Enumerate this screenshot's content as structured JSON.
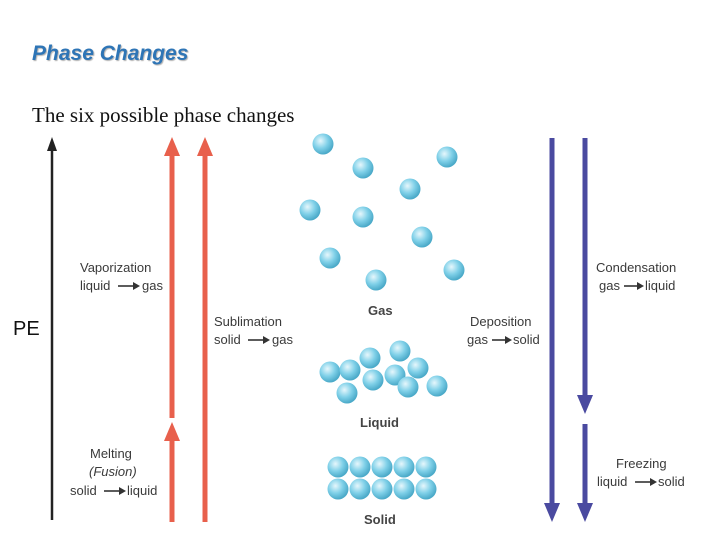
{
  "title": "Phase Changes",
  "subtitle": "The six possible phase changes",
  "axis_label": "PE",
  "states": {
    "gas": "Gas",
    "liquid": "Liquid",
    "solid": "Solid"
  },
  "transitions": {
    "vaporization": {
      "name": "Vaporization",
      "from": "liquid",
      "to": "gas"
    },
    "sublimation": {
      "name": "Sublimation",
      "from": "solid",
      "to": "gas"
    },
    "melting": {
      "name": "Melting",
      "alt": "(Fusion)",
      "from": "solid",
      "to": "liquid"
    },
    "condensation": {
      "name": "Condensation",
      "from": "gas",
      "to": "liquid"
    },
    "deposition": {
      "name": "Deposition",
      "from": "gas",
      "to": "solid"
    },
    "freezing": {
      "name": "Freezing",
      "from": "liquid",
      "to": "solid"
    }
  },
  "colors": {
    "title": "#2e75b6",
    "up_arrow": "#e8604c",
    "down_arrow": "#4a4aa0",
    "axis": "#222222",
    "particle": "#7fd0e8",
    "particle_highlight": "#e6f7fc",
    "particle_edge": "#4aa9c8"
  },
  "icons": {
    "particle": "sphere-icon"
  }
}
